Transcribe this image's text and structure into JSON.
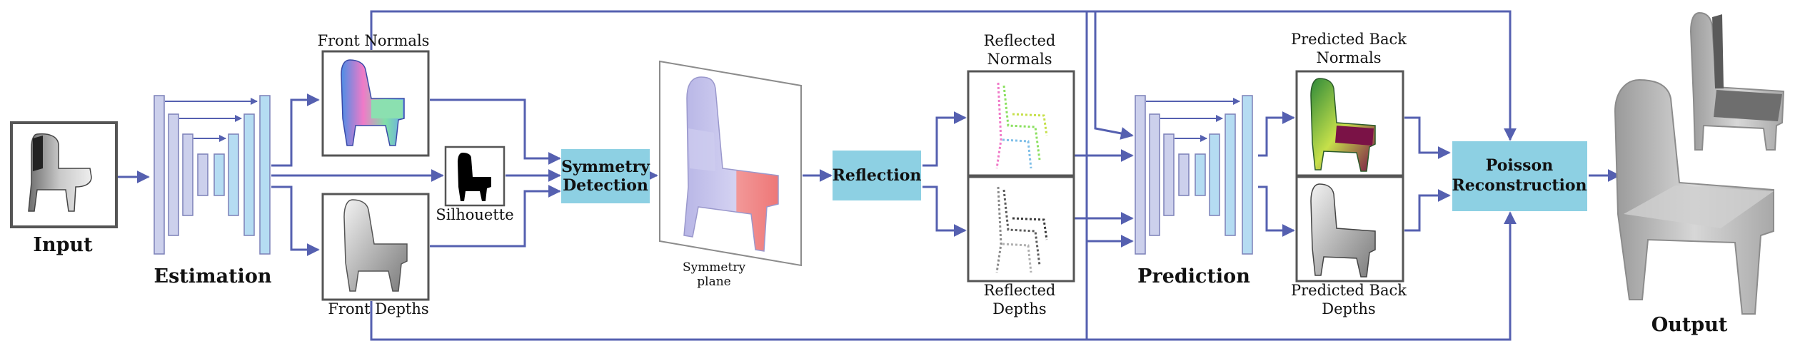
{
  "colors": {
    "flow": "#5560b0",
    "process_box": "#8dd0e3",
    "encoder_layer": "#ccd0ec",
    "decoder_layer": "#b5dcf2",
    "thumb_border": "#5a5a5a",
    "layer_border": "#7c80b8"
  },
  "labels": {
    "input": "Input",
    "estimation": "Estimation",
    "front_normals": "Front Normals",
    "front_depths": "Front Depths",
    "silhouette": "Silhouette",
    "symmetry_plane": [
      "Symmetry",
      "plane"
    ],
    "reflected_normals": [
      "Reflected",
      "Normals"
    ],
    "reflected_depths": [
      "Reflected",
      "Depths"
    ],
    "prediction": "Prediction",
    "predicted_back_normals": [
      "Predicted Back",
      "Normals"
    ],
    "predicted_back_depths": [
      "Predicted Back",
      "Depths"
    ],
    "output": "Output"
  },
  "process_boxes": {
    "symmetry_detection": [
      "Symmetry",
      "Detection"
    ],
    "reflection": "Reflection",
    "poisson_reconstruction": [
      "Poisson",
      "Reconstruction"
    ]
  },
  "images": {
    "input": "chair-gray-render",
    "front_normals": "chair-normal-map",
    "front_depths": "chair-depth-map",
    "silhouette": "chair-silhouette",
    "symmetry_plane": "chair-symmetry-plane-render",
    "reflected_normals": "chair-reflected-normal-points",
    "reflected_depths": "chair-reflected-depth-points",
    "predicted_back_normals": "chair-back-normal-map",
    "predicted_back_depths": "chair-back-depth-map",
    "output": "chair-reconstructed-mesh"
  }
}
